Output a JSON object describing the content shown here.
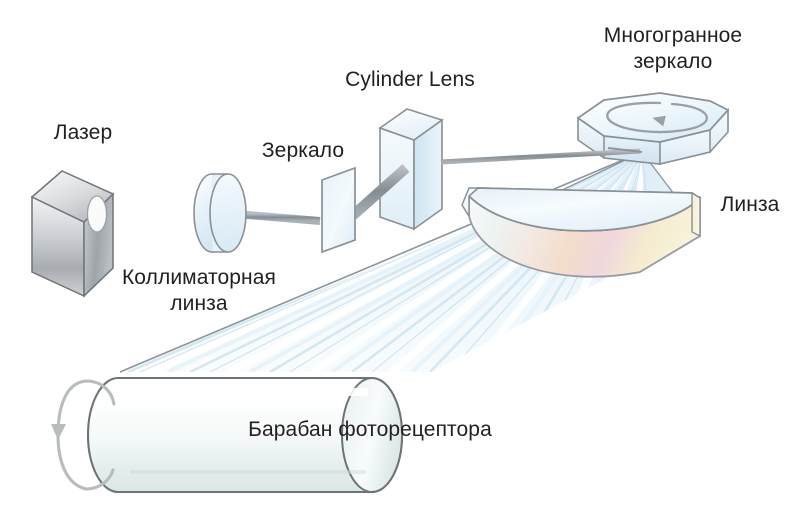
{
  "diagram": {
    "title_text": "",
    "background_color": "#ffffff",
    "text_color": "#231f20",
    "labels": {
      "laser": "Лазер",
      "collimator_lens": "Коллиматорная\nлинза",
      "mirror": "Зеркало",
      "cylinder_lens": "Cylinder Lens",
      "polygon_mirror": "Многогранное\nзеркало",
      "lens": "Линза",
      "photoreceptor_drum": "Барабан фоторецептора"
    },
    "colors": {
      "outline": "#7c8a93",
      "outline_dark": "#6d6f71",
      "beam": "#8e969b",
      "glass_light": "#eef6fb",
      "glass_mid": "#d7e9f4",
      "metal_light": "#e9eaec",
      "metal_mid": "#b9bcc0",
      "metal_dark": "#8d9195",
      "fan_streak": "#dfeef6",
      "lens_warm_1": "#f6efd8",
      "lens_warm_2": "#f3ddcb",
      "lens_warm_3": "#f0d7dd",
      "drum_light": "#fdfefe",
      "drum_shade": "#dfe9e9"
    },
    "components": [
      {
        "name": "laser",
        "shape": "3d-box",
        "material": "metal"
      },
      {
        "name": "collimator-lens",
        "shape": "disc",
        "material": "glass"
      },
      {
        "name": "mirror",
        "shape": "flat-plate",
        "material": "glass"
      },
      {
        "name": "cylinder-lens",
        "shape": "3d-box",
        "material": "glass"
      },
      {
        "name": "polygon-mirror",
        "shape": "octagonal-prism",
        "material": "glass",
        "annotation": "rotation-arrow-clockwise"
      },
      {
        "name": "f-theta-lens",
        "shape": "curved-slab",
        "material": "glass-warm"
      },
      {
        "name": "photoreceptor-drum",
        "shape": "cylinder",
        "material": "white-gloss",
        "annotation": "rotation-arrow-down"
      },
      {
        "name": "beam-path",
        "shape": "polyline",
        "material": "gray-beam"
      },
      {
        "name": "scan-fan",
        "shape": "triangular-fan",
        "material": "pale-blue-streaks"
      }
    ]
  }
}
